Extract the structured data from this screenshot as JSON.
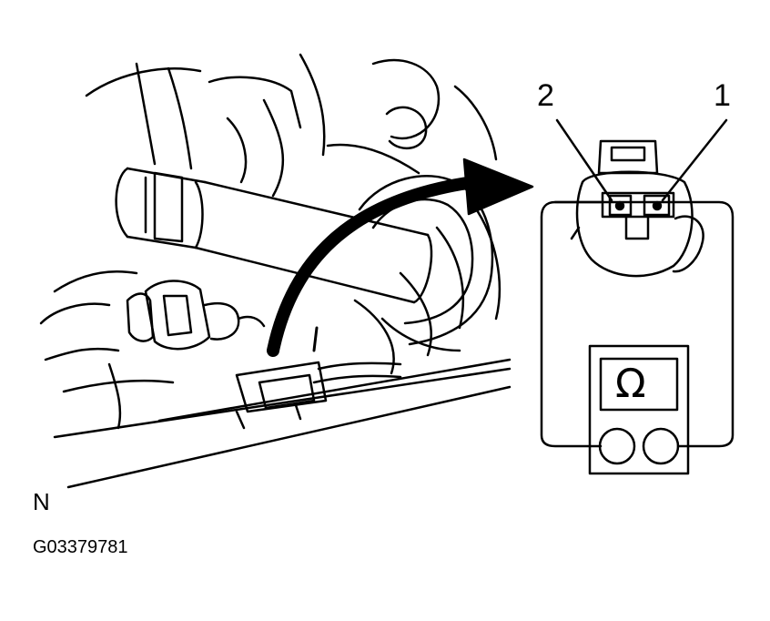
{
  "labels": {
    "pin_2": "2",
    "pin_1": "1",
    "orientation": "N",
    "figure_id": "G03379781",
    "meter_symbol": "Ω"
  },
  "icons": {
    "meter": "ohmmeter-icon",
    "connector": "sensor-connector-icon",
    "arrow": "curved-arrow-icon"
  },
  "colors": {
    "line": "#000000",
    "background": "#ffffff"
  }
}
